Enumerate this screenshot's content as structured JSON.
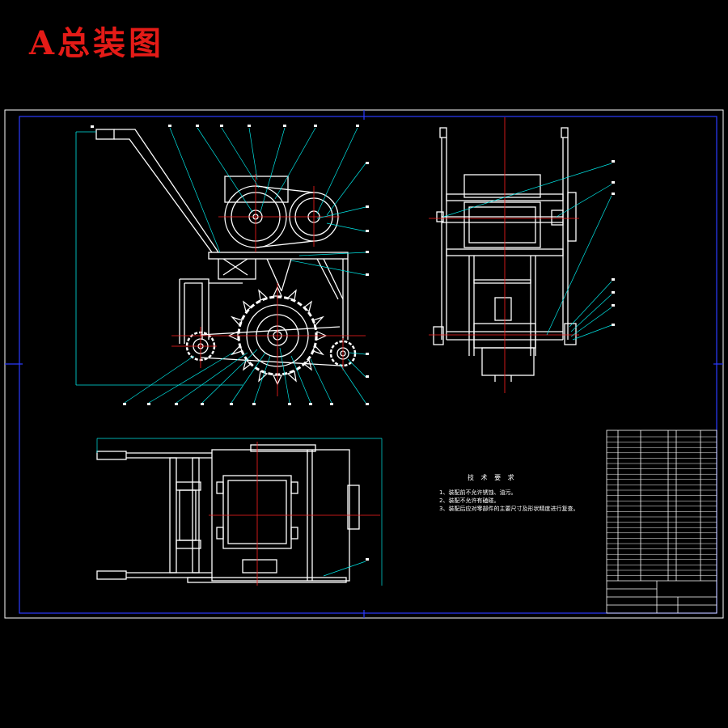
{
  "title": "A总装图",
  "tech_requirements": {
    "heading": "技 术 要 求",
    "items": [
      "1、装配前不允许锈蚀、油污。",
      "2、装配不允许有磕碰。",
      "3、装配后应对零部件的主要尺寸及形状精度进行复查。"
    ]
  },
  "colors": {
    "background": "#000000",
    "title": "#e41b17",
    "frame": "#ffffff",
    "border": "#2b3bff",
    "centerline": "#ff2020",
    "leader": "#00e5e5",
    "part": "#ffffff"
  }
}
